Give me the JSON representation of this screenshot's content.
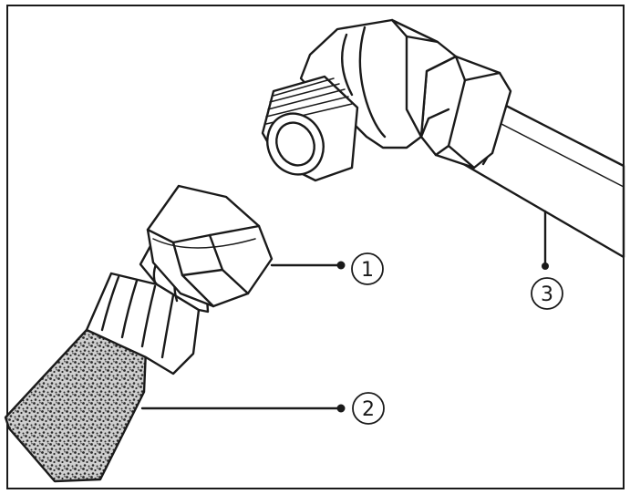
{
  "callouts": [
    {
      "label": "1"
    },
    {
      "label": "2"
    },
    {
      "label": "3"
    }
  ],
  "colors": {
    "line": "#1a1a1a",
    "background": "#ffffff",
    "filter_texture": "#2a2a2a"
  }
}
